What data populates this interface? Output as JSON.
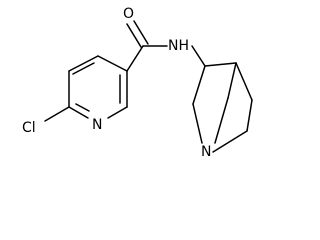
{
  "molecule": {
    "atoms": {
      "carbonyl_oxygen": "O",
      "amide_nitrogen": "NH",
      "pyridine_nitrogen": "N",
      "chlorine": "Cl",
      "quinuclidine_nitrogen": "N"
    }
  }
}
